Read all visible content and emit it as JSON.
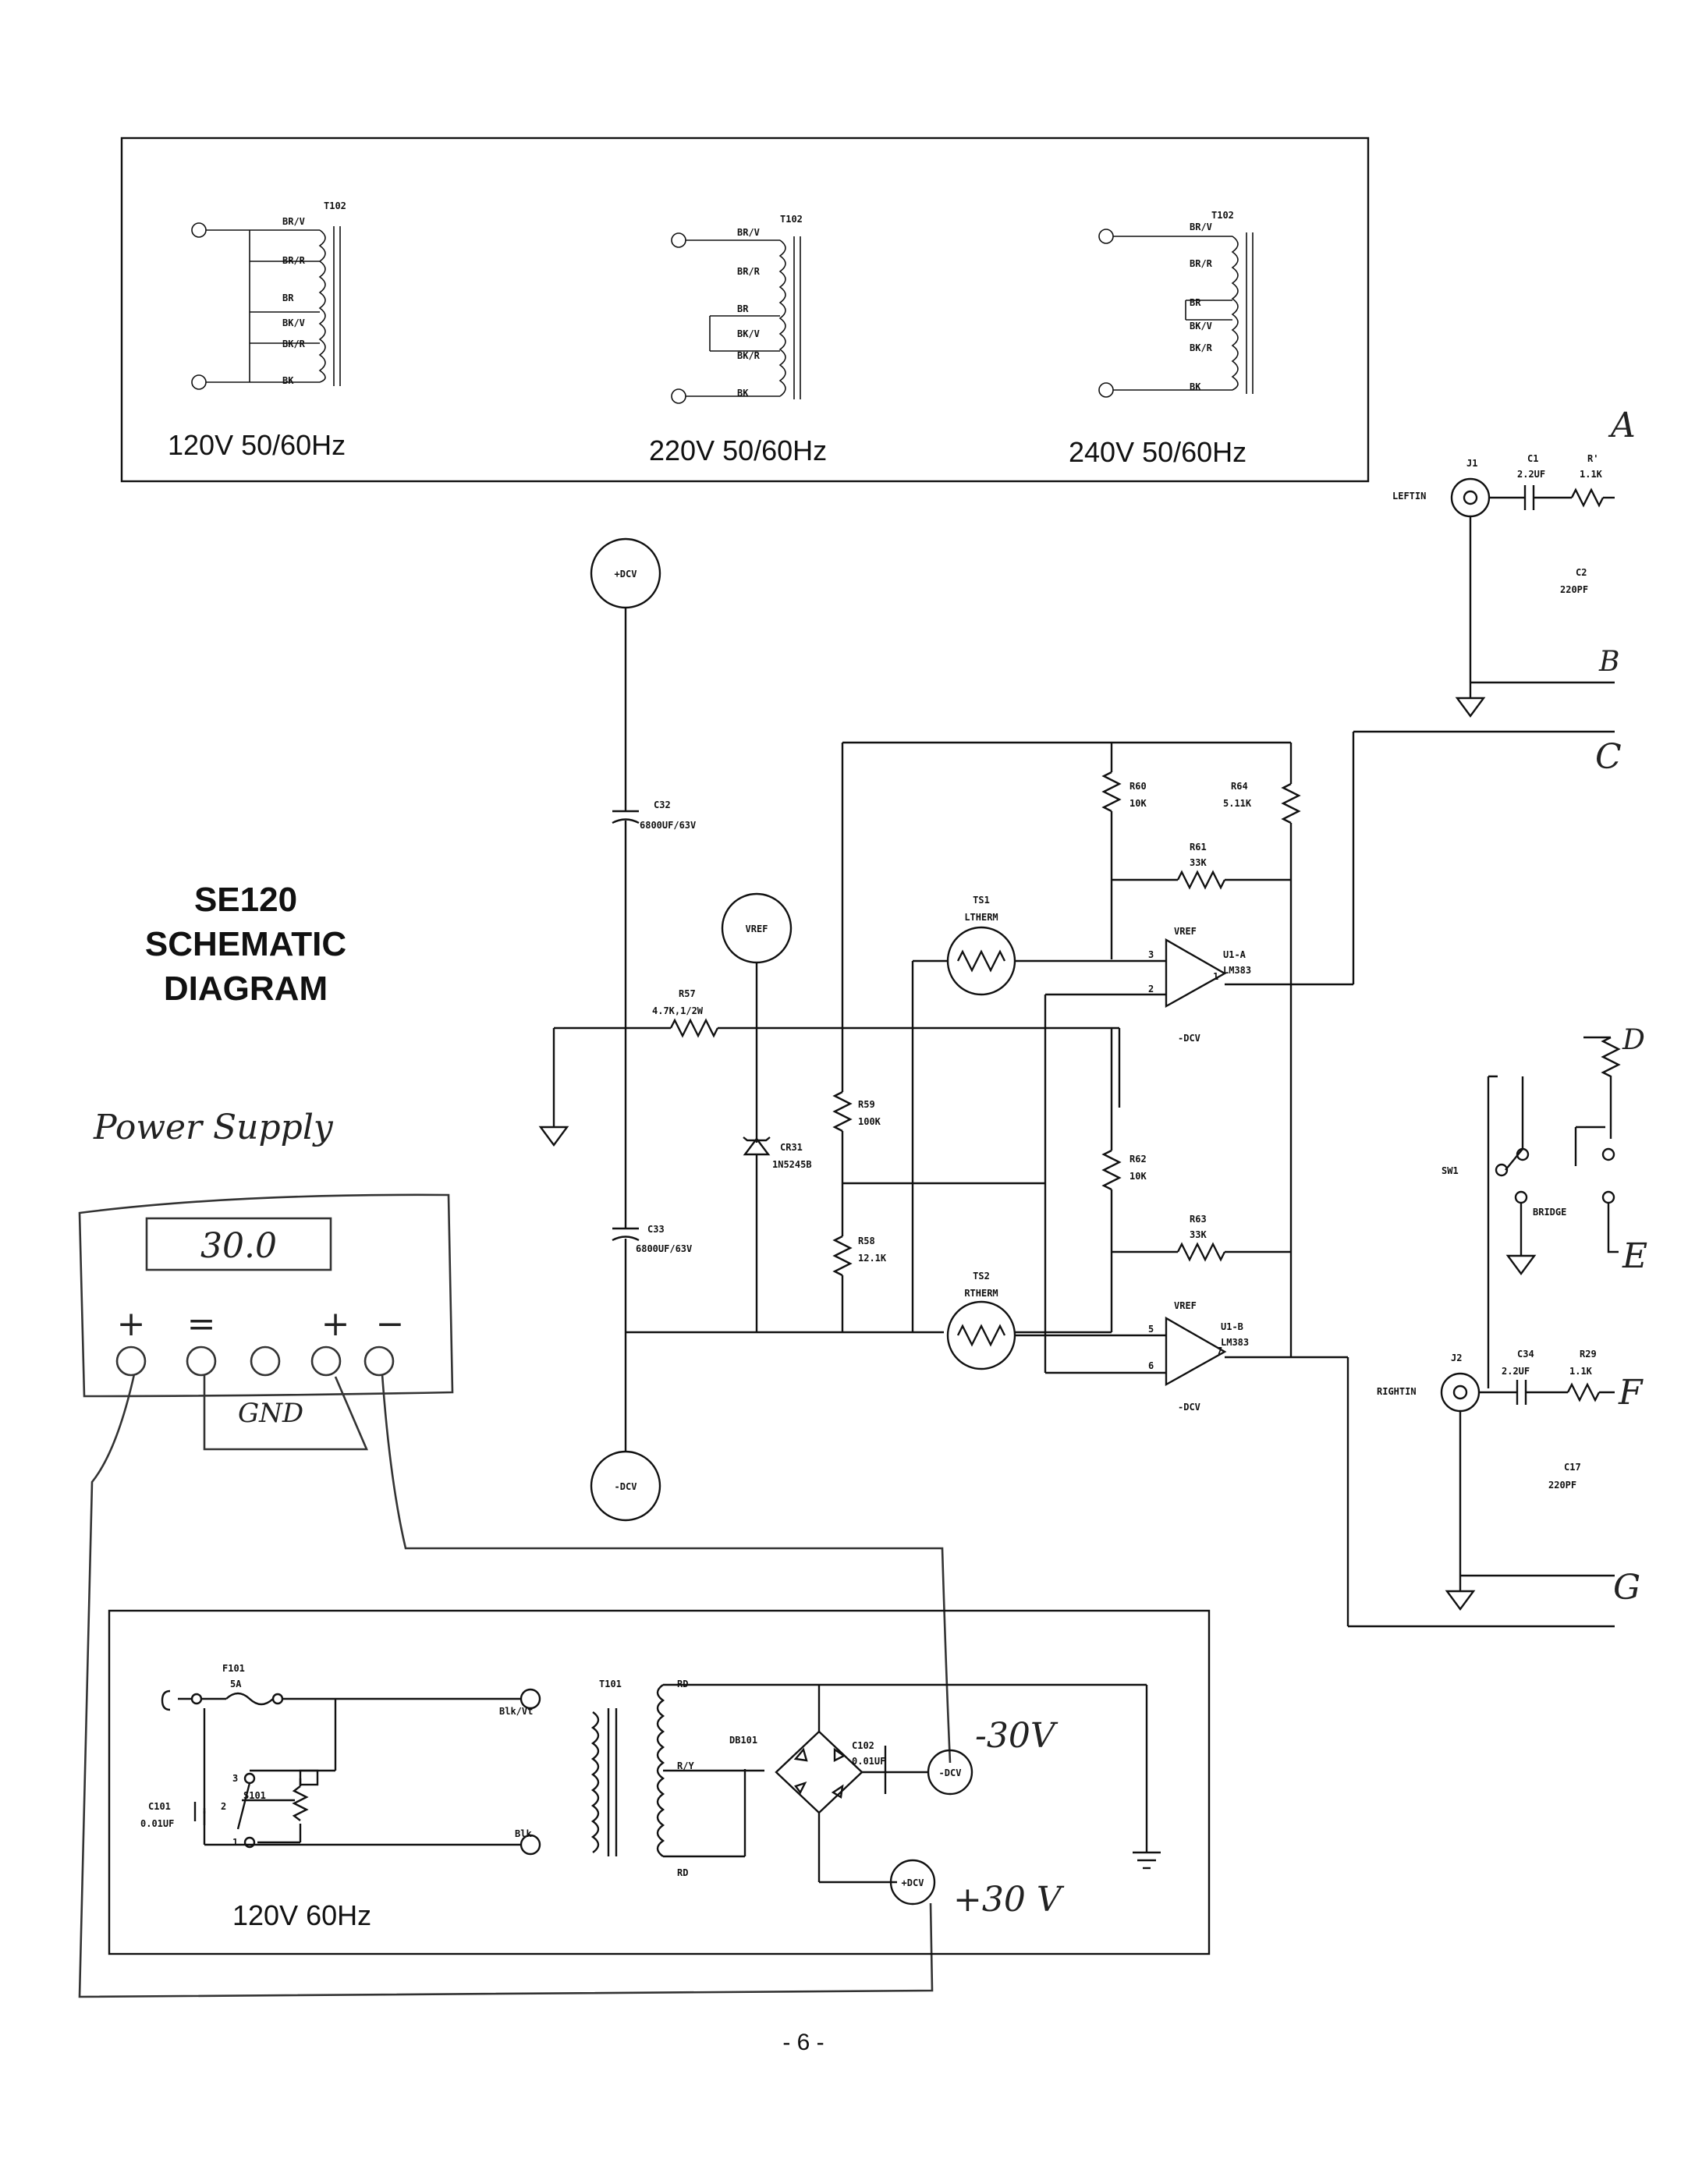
{
  "transformer_panel": {
    "t102": "T102",
    "tap_labels": [
      "BR/V",
      "BR/R",
      "BR",
      "BK/V",
      "BK/R",
      "BK"
    ],
    "configs": [
      "120V 50/60Hz",
      "220V 50/60Hz",
      "240V 50/60Hz"
    ]
  },
  "title": {
    "line1": "SE120",
    "line2": "SCHEMATIC",
    "line3": "DIAGRAM"
  },
  "handwritten": {
    "power_supply": "Power Supply",
    "display": "30.0",
    "terminal_signs": [
      "+",
      "=",
      "+",
      "−"
    ],
    "gnd": "GND",
    "minus_30v": "-30V",
    "plus_30v": "+30 V",
    "letters": [
      "A",
      "B",
      "C",
      "D",
      "E",
      "F",
      "G"
    ]
  },
  "amp": {
    "pdcv": "+DCV",
    "ndcv": "-DCV",
    "vref": "VREF",
    "c32": [
      "C32",
      "6800UF/63V"
    ],
    "c33": [
      "C33",
      "6800UF/63V"
    ],
    "r57": [
      "R57",
      "4.7K,1/2W"
    ],
    "cr31": [
      "CR31",
      "1N5245B"
    ],
    "r59": [
      "R59",
      "100K"
    ],
    "r58": [
      "R58",
      "12.1K"
    ],
    "r60": [
      "R60",
      "10K"
    ],
    "r64": [
      "R64",
      "5.11K"
    ],
    "r61": [
      "R61",
      "33K"
    ],
    "r62": [
      "R62",
      "10K"
    ],
    "r63": [
      "R63",
      "33K"
    ],
    "ts1": [
      "TS1",
      "LTHERM"
    ],
    "ts2": [
      "TS2",
      "RTHERM"
    ],
    "u1a": [
      "U1-A",
      "LM383"
    ],
    "u1b": [
      "U1-B",
      "LM383"
    ],
    "pins_a": [
      "3",
      "2",
      "1"
    ],
    "pins_b": [
      "5",
      "6",
      "7"
    ]
  },
  "input": {
    "j1": "J1",
    "leftin": "LEFTIN",
    "c1": [
      "C1",
      "2.2UF"
    ],
    "r1": [
      "R'",
      "1.1K"
    ],
    "c2": [
      "C2",
      "220PF"
    ],
    "sw1": "SW1",
    "bridge": "BRIDGE",
    "j2": "J2",
    "rightin": "RIGHTIN",
    "c34": [
      "C34",
      "2.2UF"
    ],
    "r29": [
      "R29",
      "1.1K"
    ],
    "c17": [
      "C17",
      "220PF"
    ]
  },
  "psu": {
    "f101": [
      "F101",
      "5A"
    ],
    "s101": "S101",
    "c101": [
      "C101",
      "0.01UF"
    ],
    "sw_pins": [
      "3",
      "2",
      "1"
    ],
    "t101": "T101",
    "blkvt": "Blk/Vt",
    "blk": "Blk",
    "rd": "RD",
    "ry": "R/Y",
    "rd2": "RD",
    "db101": "DB101",
    "c102": [
      "C102",
      "0.01UF"
    ],
    "ndcv": "-DCV",
    "pdcv": "+DCV",
    "freq": "120V 60Hz"
  },
  "page_number": "- 6 -"
}
